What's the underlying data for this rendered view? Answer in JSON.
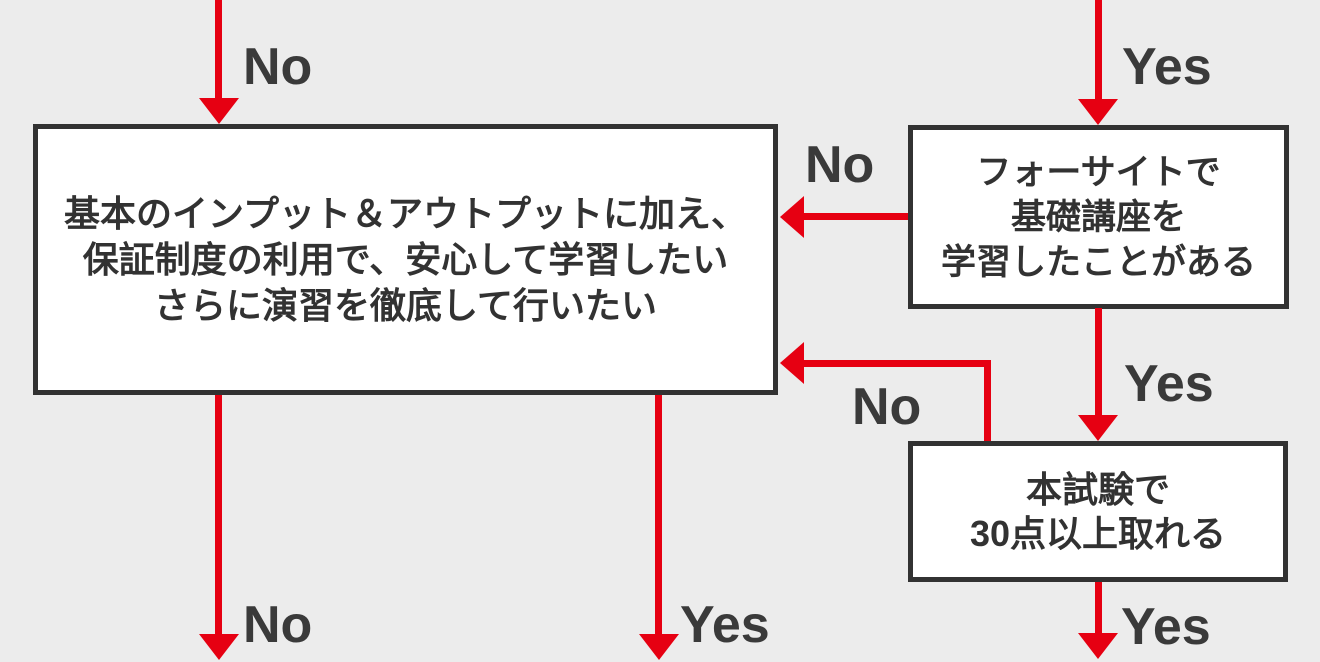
{
  "diagram": {
    "type": "flowchart",
    "colors": {
      "background": "#ececec",
      "arrow": "#e60012",
      "box_border": "#323232",
      "box_fill": "#ffffff",
      "box_text": "#323232",
      "edge_label_text": "#3a3a3a"
    },
    "nodes": {
      "result_box": {
        "lines": [
          "基本のインプット＆アウトプットに加え、",
          "保証制度の利用で、安心して学習したい",
          "さらに演習を徹底して行いたい"
        ]
      },
      "foresight_box": {
        "lines": [
          "フォーサイトで",
          "基礎講座を",
          "学習したことがある"
        ]
      },
      "exam_box": {
        "lines": [
          "本試験で",
          "30点以上取れる"
        ]
      }
    },
    "edge_labels": {
      "top_left_no": "No",
      "top_right_yes": "Yes",
      "foresight_to_result_no": "No",
      "foresight_to_exam_yes": "Yes",
      "exam_to_result_no": "No",
      "bottom_left_no": "No",
      "bottom_center_yes": "Yes",
      "bottom_right_yes": "Yes"
    }
  }
}
